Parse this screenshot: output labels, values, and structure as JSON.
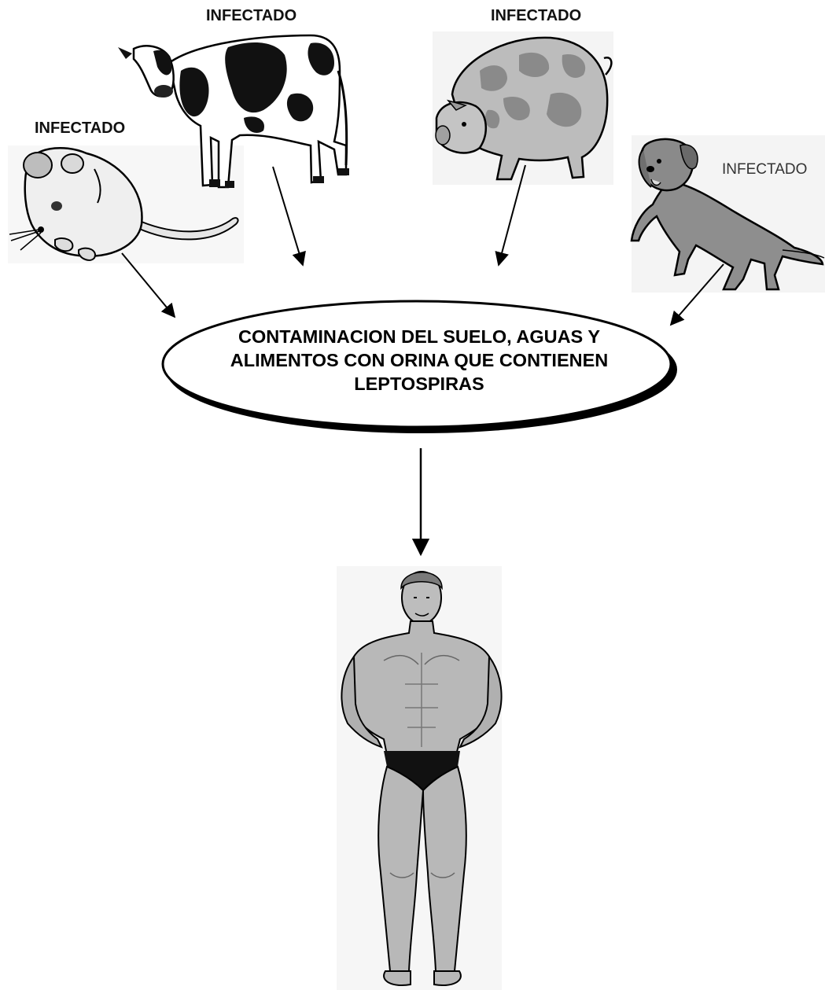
{
  "diagram": {
    "labels": {
      "rat": "INFECTADO",
      "cow": "INFECTADO",
      "pig": "INFECTADO",
      "dog": "INFECTADO"
    },
    "center_text": {
      "line1": "CONTAMINACION DEL SUELO, AGUAS Y",
      "line2": "ALIMENTOS CON ORINA QUE CONTIENEN",
      "line3": "LEPTOSPIRAS"
    },
    "icons": [
      "rat-icon",
      "cow-icon",
      "pig-icon",
      "dog-icon",
      "human-icon"
    ],
    "colors": {
      "ink": "#000000",
      "animal_gray": "#9a9a9a",
      "skin_gray": "#b8b8b8"
    }
  }
}
